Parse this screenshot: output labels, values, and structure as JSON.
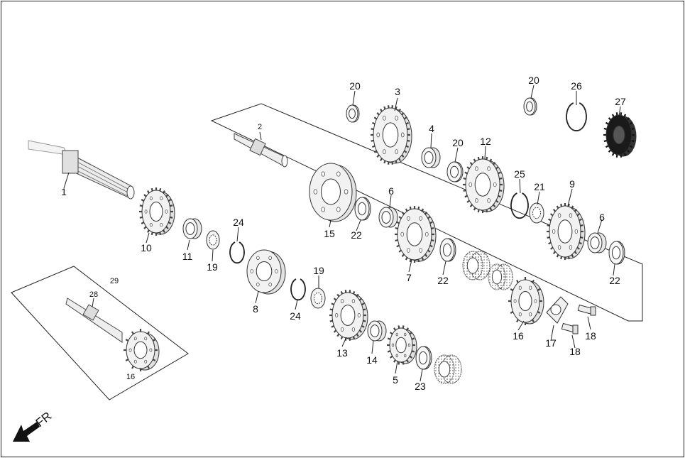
{
  "diagram": {
    "direction_label": "FR",
    "callouts": {
      "c1": "1",
      "c2": "2",
      "c3": "3",
      "c4": "4",
      "c5": "5",
      "c6a": "6",
      "c6b": "6",
      "c7": "7",
      "c8": "8",
      "c9": "9",
      "c10": "10",
      "c11": "11",
      "c12": "12",
      "c13": "13",
      "c14": "14",
      "c15": "15",
      "c16a": "16",
      "c16b": "16",
      "c17": "17",
      "c18a": "18",
      "c18b": "18",
      "c19a": "19",
      "c19b": "19",
      "c20a": "20",
      "c20b": "20",
      "c20c": "20",
      "c21": "21",
      "c22a": "22",
      "c22b": "22",
      "c22c": "22",
      "c23": "23",
      "c24a": "24",
      "c24b": "24",
      "c25": "25",
      "c26": "26",
      "c27": "27",
      "c28": "28",
      "c29": "29"
    }
  },
  "colors": {
    "line": "#222222",
    "part_fill": "#f2f2f2",
    "part_dark": "#1a1a1a",
    "arrow": "#111111"
  },
  "icons": {
    "front_arrow": "front-direction-arrow-icon"
  }
}
